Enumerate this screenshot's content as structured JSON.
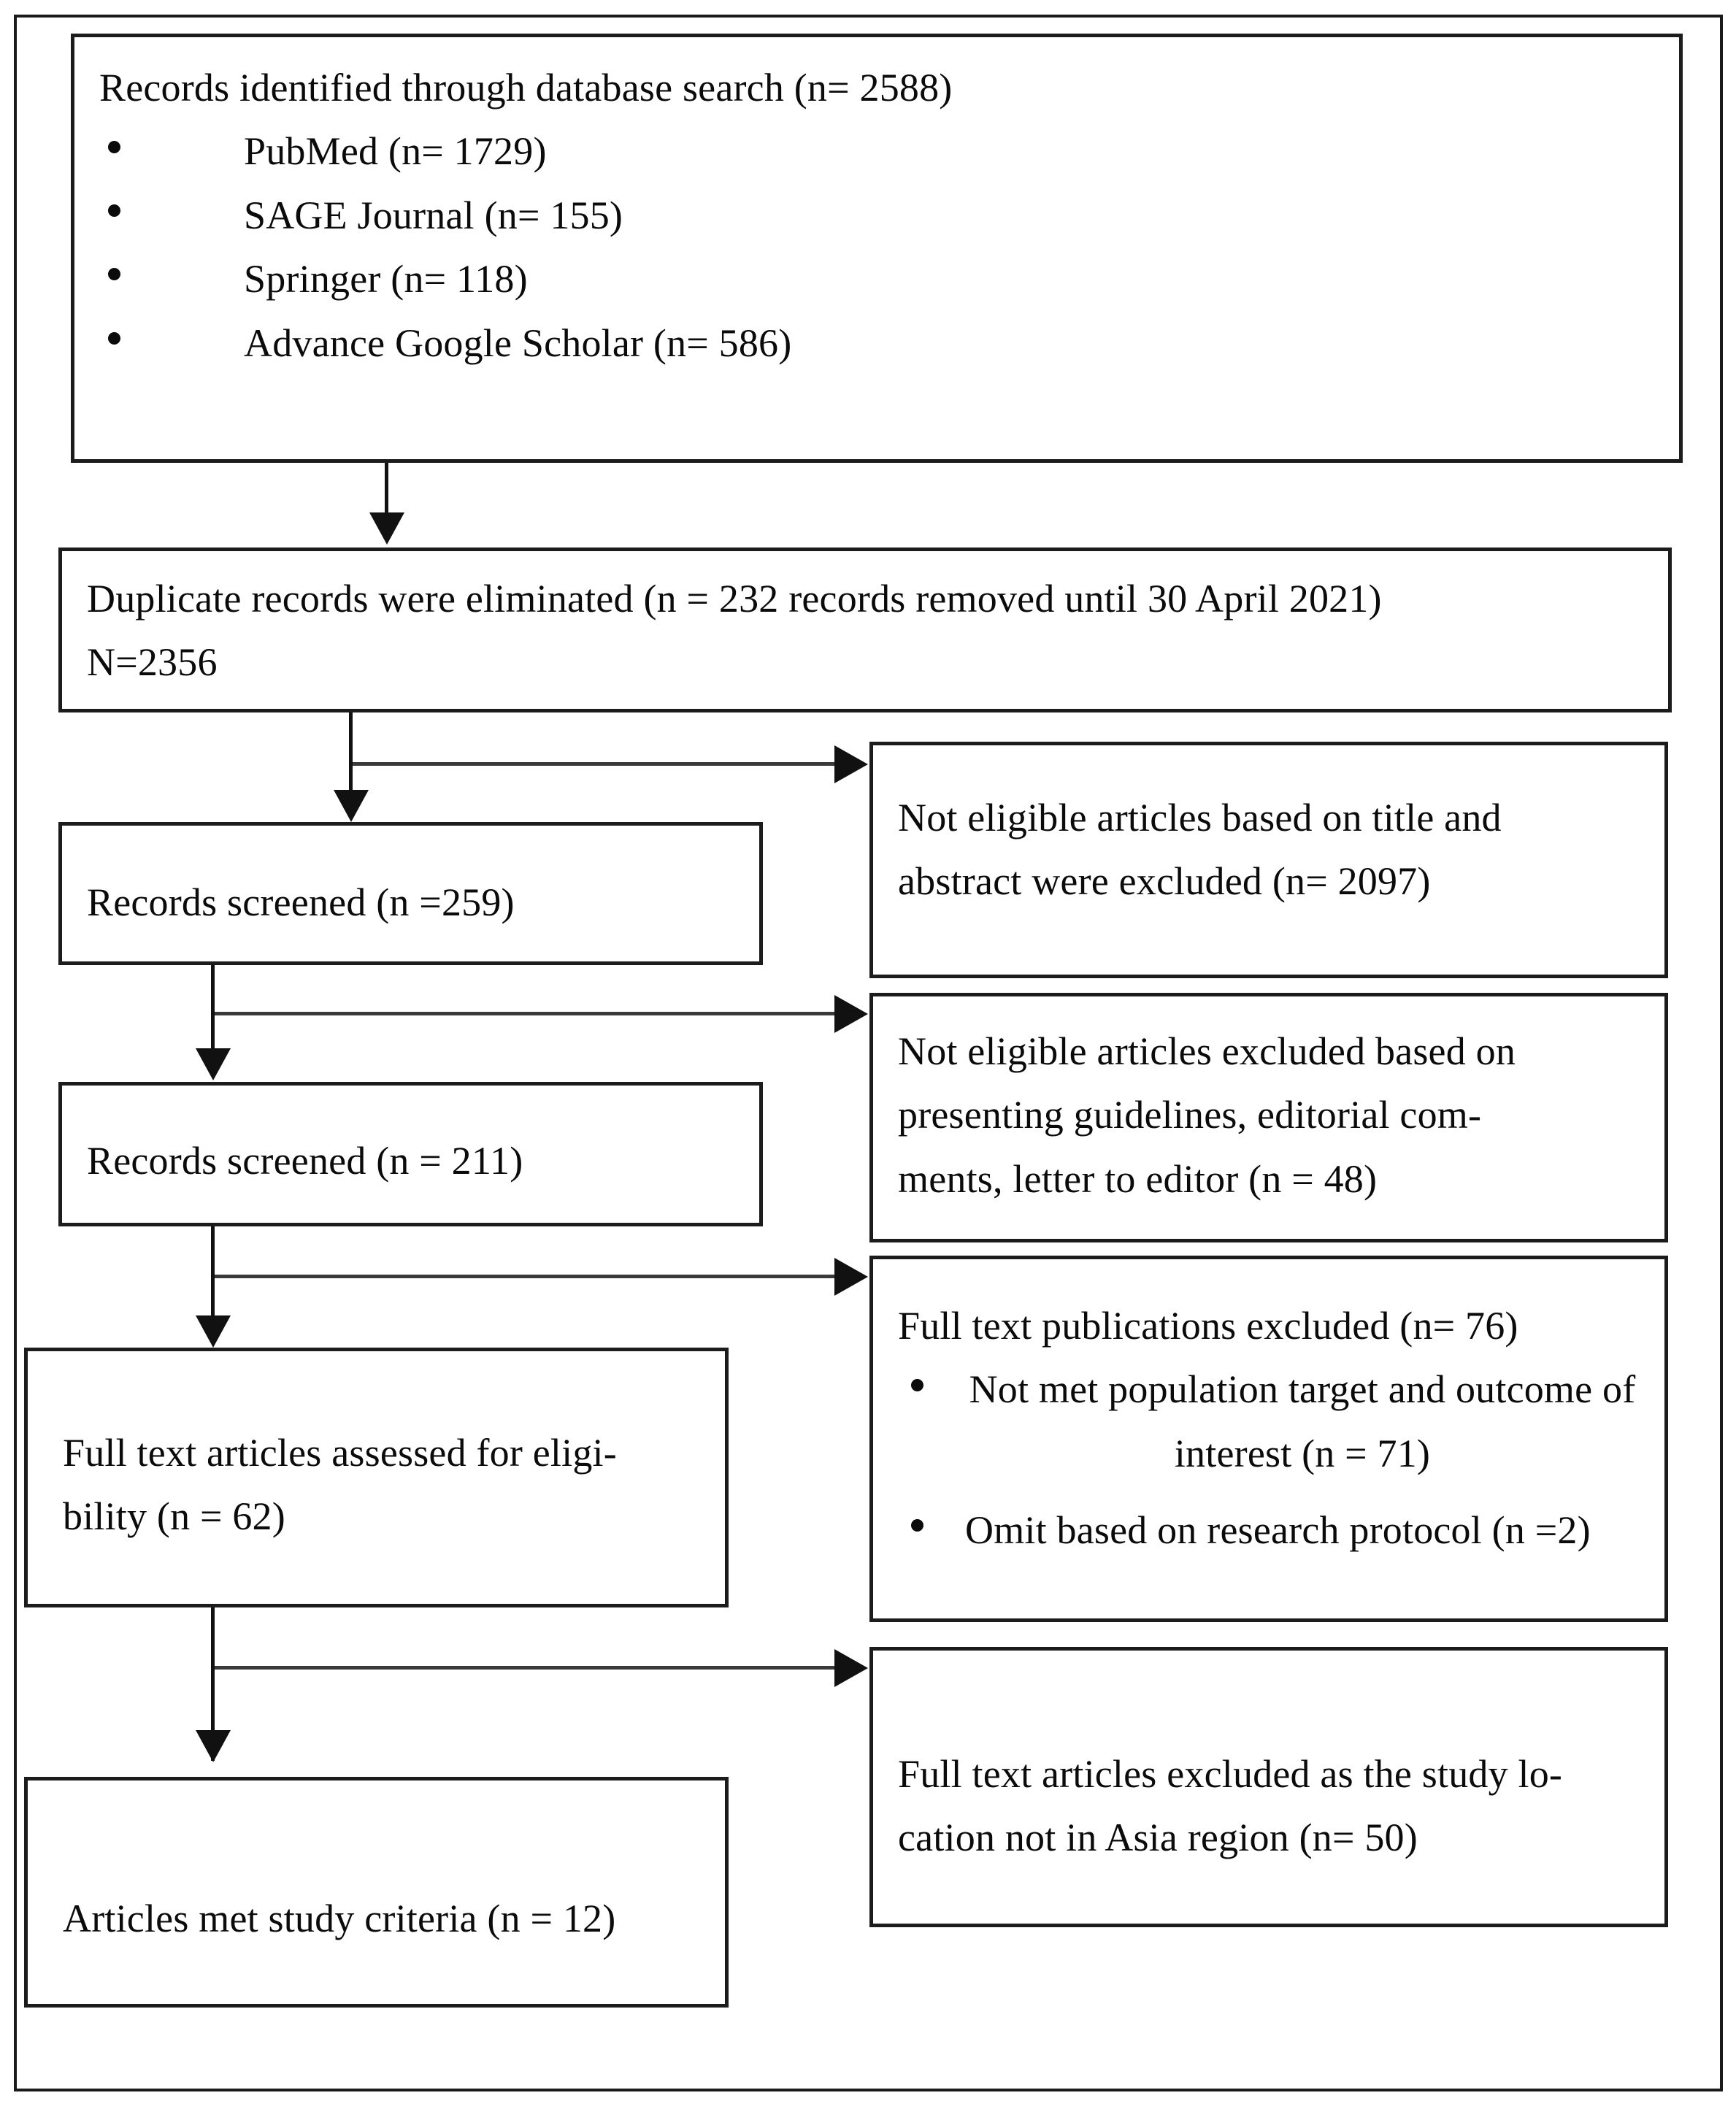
{
  "diagram": {
    "type": "prisma-flow-diagram",
    "identified_box": {
      "heading": "Records identified through database search (n= 2588)",
      "sources": [
        "PubMed (n= 1729)",
        "SAGE Journal (n= 155)",
        "Springer (n= 118)",
        "Advance Google Scholar (n= 586)"
      ]
    },
    "duplicates_box": {
      "line1": "Duplicate records were eliminated (n = 232 records removed until 30 April 2021)",
      "line2": "N=2356"
    },
    "screened_1_box": {
      "text": "Records screened (n =259)"
    },
    "excluded_1_box": {
      "line1": "Not eligible articles based on title and",
      "line2": "abstract were excluded (n= 2097)"
    },
    "screened_2_box": {
      "text": "Records screened (n = 211)"
    },
    "excluded_2_box": {
      "line1": "Not eligible articles excluded based on",
      "line2": "presenting guidelines, editorial com-",
      "line3": "ments, letter to editor (n = 48)"
    },
    "fulltext_box": {
      "line1": "Full text articles assessed for eligi-",
      "line2": "bility (n = 62)"
    },
    "excluded_3_box": {
      "heading": "Full text publications excluded (n= 76)",
      "reasons": [
        "Not met population target and outcome of interest (n = 71)",
        "Omit based on research protocol (n =2)"
      ]
    },
    "included_box": {
      "text": "Articles met study criteria (n = 12)"
    },
    "excluded_4_box": {
      "line1": "Full text articles excluded as the study lo-",
      "line2": "cation not in Asia region (n= 50)"
    }
  },
  "colors": {
    "border": "#1c1c1c",
    "text": "#0b0b0b",
    "connector": "#111111",
    "background": "#ffffff"
  }
}
